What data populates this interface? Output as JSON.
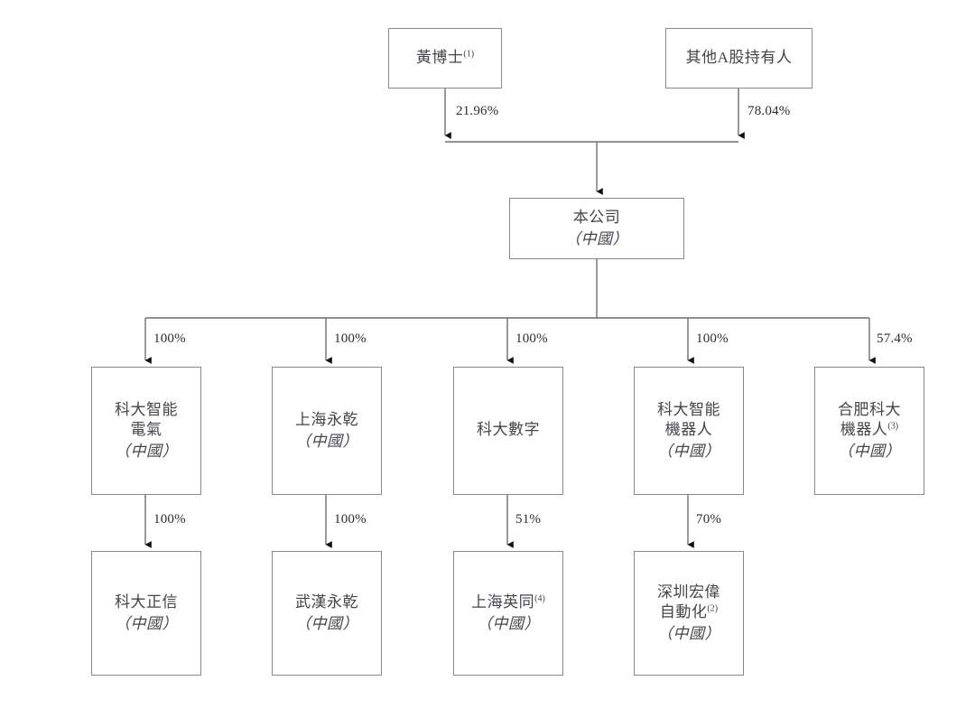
{
  "diagram": {
    "title": "Corporate Shareholding Structure",
    "type": "org-chart",
    "line_color": "#6e6e73",
    "box_border_color": "#8a8a8a",
    "text_color": "#44444a",
    "region_suffix": "（中國）"
  },
  "nodes": {
    "shareholder_huang": {
      "name": "黃博士",
      "sup": "(1)",
      "region": ""
    },
    "shareholder_other_a": {
      "name": "其他A股持有人",
      "sup": "",
      "region": ""
    },
    "company": {
      "name": "本公司",
      "sup": "",
      "region": "（中國）"
    },
    "sub_1": {
      "name": "科大智能\n電氣",
      "sup": "",
      "region": "（中國）"
    },
    "sub_2": {
      "name": "上海永乾",
      "sup": "",
      "region": "（中國）"
    },
    "sub_3": {
      "name": "科大數字",
      "sup": "",
      "region": ""
    },
    "sub_4": {
      "name": "科大智能\n機器人",
      "sup": "",
      "region": "（中國）"
    },
    "sub_5": {
      "name": "合肥科大\n機器人",
      "sup": "(3)",
      "region": "（中國）"
    },
    "leaf_1": {
      "name": "科大正信",
      "sup": "",
      "region": "（中國）"
    },
    "leaf_2": {
      "name": "武漢永乾",
      "sup": "",
      "region": "（中國）"
    },
    "leaf_3": {
      "name": "上海英同",
      "sup": "(4)",
      "region": "（中國）"
    },
    "leaf_4": {
      "name": "深圳宏偉\n自動化",
      "sup": "(2)",
      "region": "（中國）"
    }
  },
  "edges": {
    "huang_to_company": "21.96%",
    "other_a_to_company": "78.04%",
    "company_to_sub_1": "100%",
    "company_to_sub_2": "100%",
    "company_to_sub_3": "100%",
    "company_to_sub_4": "100%",
    "company_to_sub_5": "57.4%",
    "sub_1_to_leaf_1": "100%",
    "sub_2_to_leaf_2": "100%",
    "sub_3_to_leaf_3": "51%",
    "sub_4_to_leaf_4": "70%"
  }
}
